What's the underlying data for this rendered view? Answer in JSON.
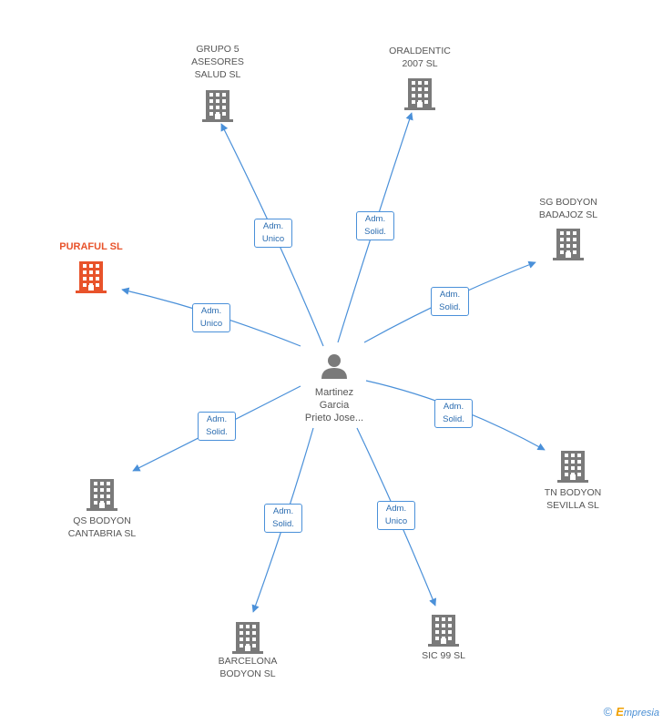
{
  "center": {
    "label": "Martinez\nGarcia\nPrieto Jose..."
  },
  "nodes": [
    {
      "id": "n1",
      "label": "GRUPO 5\nASESORES\nSALUD  SL",
      "highlight": false,
      "role": "Adm.\nUnico"
    },
    {
      "id": "n2",
      "label": "ORALDENTIC\n2007 SL",
      "highlight": false,
      "role": "Adm.\nSolid."
    },
    {
      "id": "n3",
      "label": "SG BODYON\nBADAJOZ  SL",
      "highlight": false,
      "role": "Adm.\nSolid."
    },
    {
      "id": "n4",
      "label": "PURAFUL SL",
      "highlight": true,
      "role": "Adm.\nUnico"
    },
    {
      "id": "n5",
      "label": "QS BODYON\nCANTABRIA  SL",
      "highlight": false,
      "role": "Adm.\nSolid."
    },
    {
      "id": "n6",
      "label": "TN BODYON\nSEVILLA  SL",
      "highlight": false,
      "role": "Adm.\nSolid."
    },
    {
      "id": "n7",
      "label": "BARCELONA\nBODYON  SL",
      "highlight": false,
      "role": "Adm.\nSolid."
    },
    {
      "id": "n8",
      "label": "SIC 99 SL",
      "highlight": false,
      "role": "Adm.\nUnico"
    }
  ],
  "colors": {
    "edge": "#4a90d9",
    "building": "#7a7a7a",
    "building_highlight": "#e8532b",
    "person": "#7a7a7a"
  },
  "brand": {
    "copyright": "©",
    "initial": "E",
    "name": "mpresia"
  }
}
